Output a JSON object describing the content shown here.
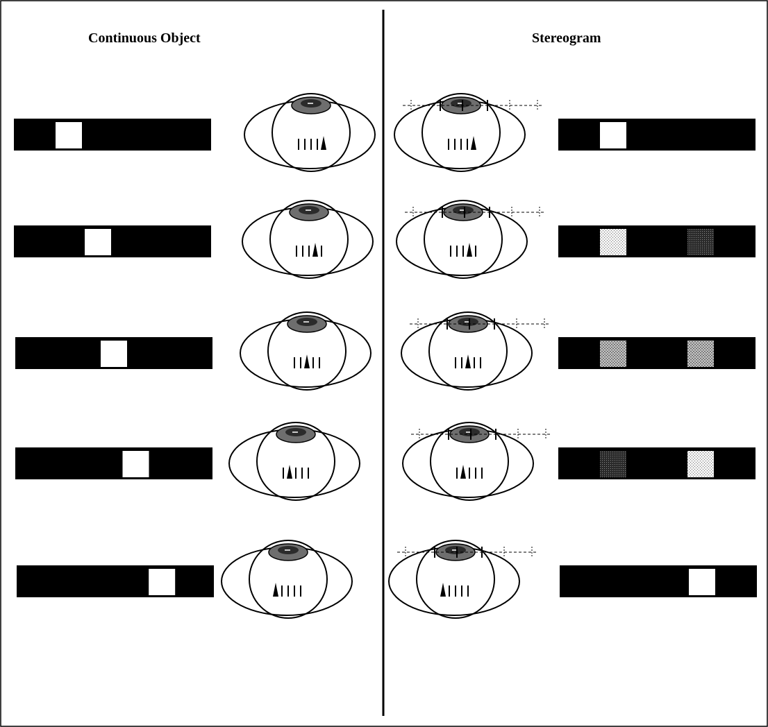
{
  "panels": {
    "left_title": "Continuous Object",
    "right_title": "Stereogram"
  },
  "colors": {
    "bar": "#000000",
    "lit_square": "#ffffff",
    "light_stipple": "#c8c8c8",
    "dark_stipple": "#505050",
    "ink": "#000000",
    "pupil_fill": "#6e6e6e"
  },
  "rows": [
    {
      "continuous_square_position": 0.2,
      "stereogram_squares": [
        {
          "position": 0.2,
          "shade": "white"
        }
      ],
      "retina_arrow_index": 4
    },
    {
      "continuous_square_position": 0.4,
      "stereogram_squares": [
        {
          "position": 0.2,
          "shade": "light"
        },
        {
          "position": 0.8,
          "shade": "dark"
        }
      ],
      "retina_arrow_index": 3
    },
    {
      "continuous_square_position": 0.5,
      "stereogram_squares": [
        {
          "position": 0.2,
          "shade": "medium"
        },
        {
          "position": 0.8,
          "shade": "medium"
        }
      ],
      "retina_arrow_index": 2
    },
    {
      "continuous_square_position": 0.65,
      "stereogram_squares": [
        {
          "position": 0.2,
          "shade": "dark"
        },
        {
          "position": 0.8,
          "shade": "light"
        }
      ],
      "retina_arrow_index": 1
    },
    {
      "continuous_square_position": 0.82,
      "stereogram_squares": [
        {
          "position": 0.8,
          "shade": "white"
        }
      ],
      "retina_arrow_index": 0
    }
  ]
}
